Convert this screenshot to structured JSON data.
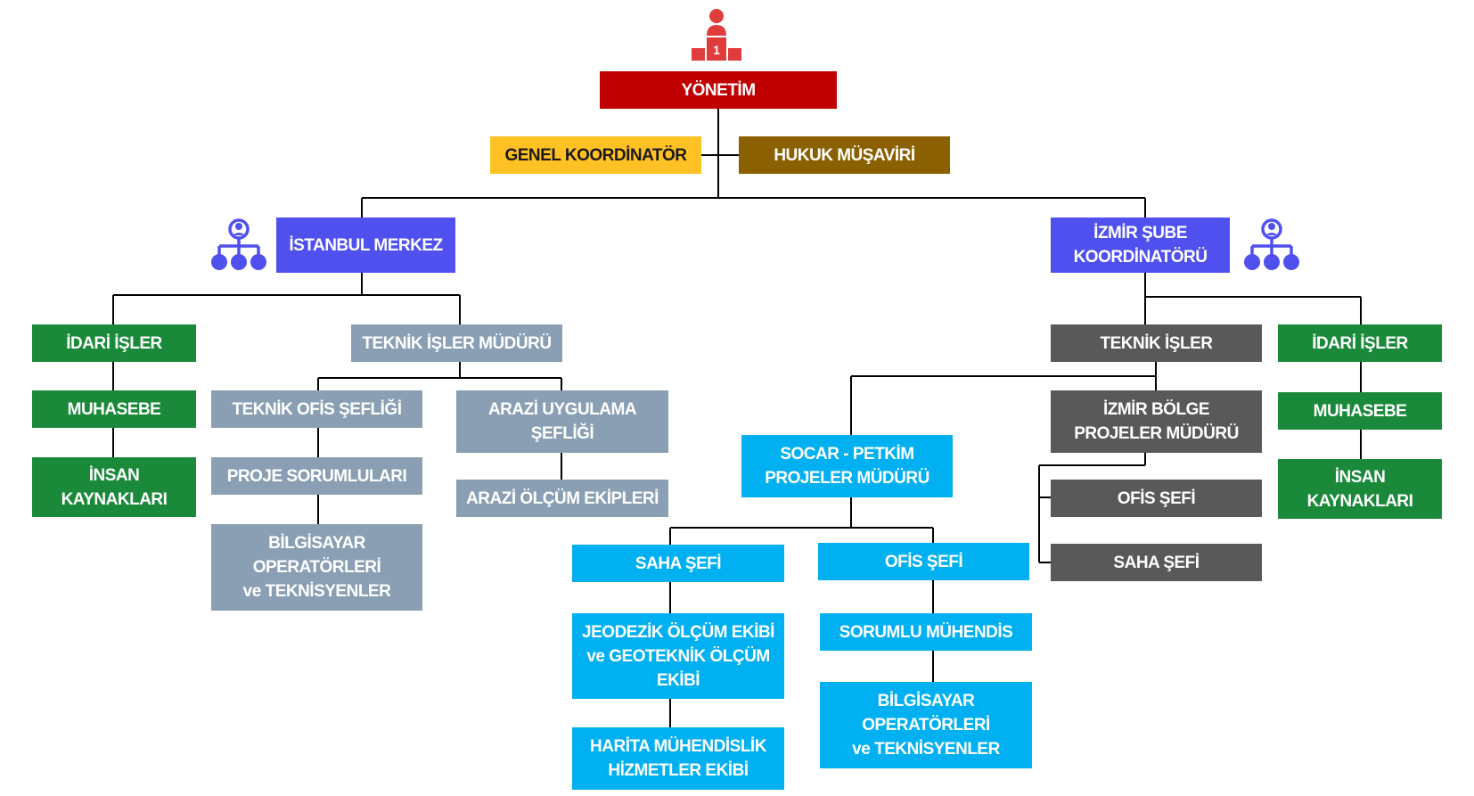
{
  "colors": {
    "management": "#c00000",
    "coordinator": "#ffc124",
    "legal": "#8b6000",
    "branch": "#5050ee",
    "admin": "#1a8a3a",
    "istanbul_tech": "#8a9fb3",
    "izmir_tech": "#595959",
    "socar": "#00b0f0",
    "line": "#000000",
    "icon": "#5050ee",
    "podium_icon": "#e03c3c"
  },
  "icons": {
    "podium": "podium-icon",
    "org_left": "org-hierarchy-icon",
    "org_right": "org-hierarchy-icon"
  },
  "podium_number": "1",
  "nodes": {
    "yonetim": "YÖNETİM",
    "genel_koordinator": "GENEL KOORDİNATÖR",
    "hukuk_musaviri": "HUKUK MÜŞAVİRİ",
    "istanbul_merkez": "İSTANBUL MERKEZ",
    "izmir_sube": "İZMİR ŞUBE\nKOORDİNATÖRÜ",
    "ist_idari": "İDARİ İŞLER",
    "ist_muhasebe": "MUHASEBE",
    "ist_insan": "İNSAN\nKAYNAKLARI",
    "ist_teknik_mudur": "TEKNİK İŞLER MÜDÜRÜ",
    "ist_teknik_ofis": "TEKNİK OFİS ŞEFLİĞİ",
    "ist_proje_sorumlu": "PROJE SORUMLULARI",
    "ist_bilgisayar": "BİLGİSAYAR\nOPERATÖRLERİ\nve TEKNİSYENLER",
    "ist_arazi_uygulama": "ARAZİ UYGULAMA\nŞEFLİĞİ",
    "ist_arazi_olcum": "ARAZİ ÖLÇÜM EKİPLERİ",
    "izm_teknik": "TEKNİK İŞLER",
    "izm_bolge": "İZMİR BÖLGE\nPROJELER MÜDÜRÜ",
    "izm_ofis_sefi": "OFİS ŞEFİ",
    "izm_saha_sefi": "SAHA ŞEFİ",
    "izm_idari": "İDARİ İŞLER",
    "izm_muhasebe": "MUHASEBE",
    "izm_insan": "İNSAN\nKAYNAKLARI",
    "socar": "SOCAR - PETKİM\nPROJELER MÜDÜRÜ",
    "socar_saha": "SAHA ŞEFİ",
    "socar_jeodezik": "JEODEZİK ÖLÇÜM EKİBİ\nve GEOTEKNİK ÖLÇÜM\nEKİBİ",
    "socar_harita": "HARİTA MÜHENDİSLİK\nHİZMETLER EKİBİ",
    "socar_ofis": "OFİS ŞEFİ",
    "socar_sorumlu": "SORUMLU MÜHENDİS",
    "socar_bilgisayar": "BİLGİSAYAR\nOPERATÖRLERİ\nve TEKNİSYENLER"
  }
}
